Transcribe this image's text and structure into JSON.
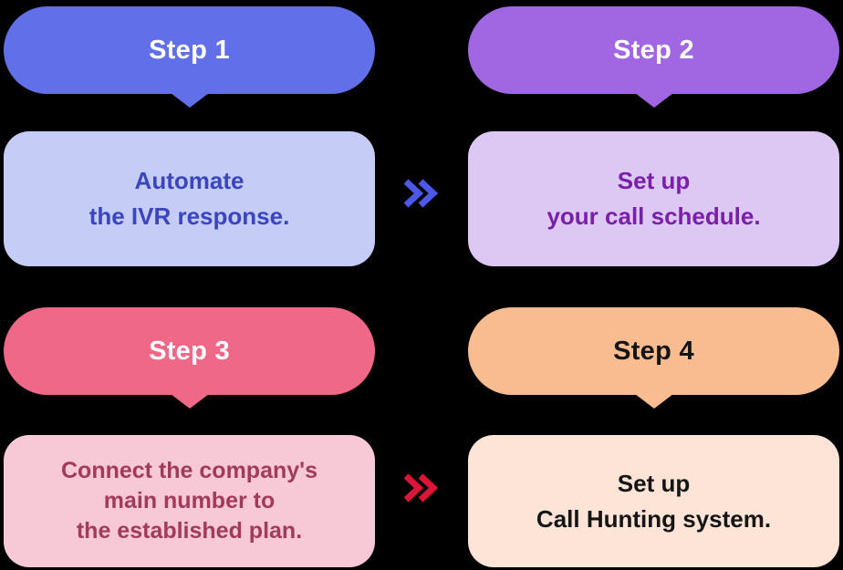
{
  "canvas": {
    "background": "#000000"
  },
  "steps": [
    {
      "label": "Step 1",
      "card_lines": [
        "Automate",
        "the IVR response."
      ],
      "colors": {
        "bubble_bg": "#6170E8",
        "bubble_text": "#FFFFFF",
        "card_bg": "#C5CCF6",
        "card_text": "#3A45BE"
      }
    },
    {
      "label": "Step 2",
      "card_lines": [
        "Set up",
        "your call schedule."
      ],
      "colors": {
        "bubble_bg": "#A166E1",
        "bubble_text": "#FFFFFF",
        "card_bg": "#DCC8F3",
        "card_text": "#7A1FAB"
      }
    },
    {
      "label": "Step 3",
      "card_lines": [
        "Connect the company's",
        "main number to",
        "the established plan."
      ],
      "colors": {
        "bubble_bg": "#EF6888",
        "bubble_text": "#FFFFFF",
        "card_bg": "#F7C9D6",
        "card_text": "#A23A5A"
      }
    },
    {
      "label": "Step 4",
      "card_lines": [
        "Set up",
        "Call Hunting system."
      ],
      "colors": {
        "bubble_bg": "#F9BC91",
        "bubble_text": "#151515",
        "card_bg": "#FDE4D6",
        "card_text": "#151515"
      }
    }
  ],
  "arrows": [
    {
      "name": "arrow-step1-to-step2",
      "icon": "double-chevron-right",
      "color": "#4C59E8"
    },
    {
      "name": "arrow-step3-to-step4",
      "icon": "double-chevron-right",
      "color": "#DC1438"
    }
  ]
}
